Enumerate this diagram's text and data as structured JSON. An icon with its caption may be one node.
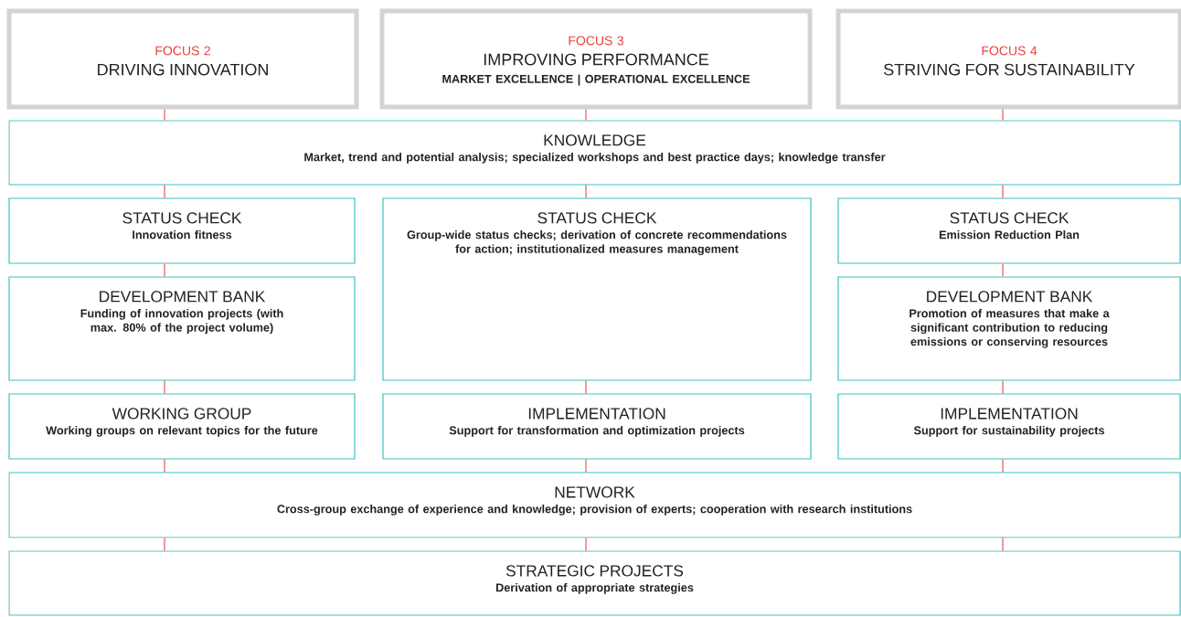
{
  "diagram": {
    "nodes": [
      {
        "text": [
          "FOCUS 2",
          "DRIVING INNOVATION"
        ]
      },
      {
        "text": [
          "FOCUS 3",
          "IMPROVING PERFORMANCE",
          "MARKET EXCELLENCE | OPERATIONAL EXCELLENCE"
        ]
      },
      {
        "text": [
          "FOCUS 4",
          "STRIVING FOR SUSTAINABILITY"
        ]
      },
      {
        "text": [
          "KNOWLEDGE",
          "Market, trend and potential analysis; specialized workshops and best practice days; knowledge transfer"
        ]
      },
      {
        "text": [
          "STATUS CHECK",
          "Innovation fitness"
        ]
      },
      {
        "text": [
          "STATUS CHECK",
          "Group-wide status checks; derivation of concrete recommendations for action; institutionalized measures management"
        ]
      },
      {
        "text": [
          "STATUS CHECK",
          "Emission Reduction Plan"
        ]
      },
      {
        "text": [
          "DEVELOPMENT BANK",
          "Funding of innovation projects (with max. 80% of the project volume)"
        ]
      },
      {
        "text": [
          "DEVELOPMENT BANK",
          "Promotion of measures that make a significant contribution to reducing emissions or conserving resources"
        ]
      },
      {
        "text": [
          "WORKING GROUP",
          "Working groups on relevant topics for the future"
        ]
      },
      {
        "text": [
          "IMPLEMENTATION",
          "Support for transformation and optimization projects"
        ]
      },
      {
        "text": [
          "IMPLEMENTATION",
          "Support for sustainability projects"
        ]
      },
      {
        "text": [
          "NETWORK",
          "Cross-group exchange of experience and knowledge; provision of experts; cooperation with research institutions"
        ]
      },
      {
        "text": [
          "STRATEGIC PROJECTS",
          "Derivation of appropriate strategies"
        ]
      }
    ],
    "edges": [
      {
        "from": 0,
        "to": 3,
        "arrow": "none"
      },
      {
        "from": 1,
        "to": 3,
        "arrow": "none"
      },
      {
        "from": 2,
        "to": 3,
        "arrow": "none"
      },
      {
        "from": 3,
        "to": 4,
        "arrow": "none"
      },
      {
        "from": 3,
        "to": 5,
        "arrow": "none"
      },
      {
        "from": 3,
        "to": 6,
        "arrow": "none"
      },
      {
        "from": 4,
        "to": 7,
        "arrow": "none"
      },
      {
        "from": 6,
        "to": 8,
        "arrow": "none"
      },
      {
        "from": 7,
        "to": 9,
        "arrow": "none"
      },
      {
        "from": 5,
        "to": 10,
        "arrow": "none"
      },
      {
        "from": 8,
        "to": 11,
        "arrow": "none"
      },
      {
        "from": 9,
        "to": 12,
        "arrow": "none"
      },
      {
        "from": 10,
        "to": 12,
        "arrow": "none"
      },
      {
        "from": 11,
        "to": 12,
        "arrow": "none"
      },
      {
        "from": 12,
        "to": 13,
        "arrow": "none"
      },
      {
        "from": 12,
        "to": 13,
        "arrow": "none"
      },
      {
        "from": 12,
        "to": 13,
        "arrow": "none"
      }
    ]
  }
}
